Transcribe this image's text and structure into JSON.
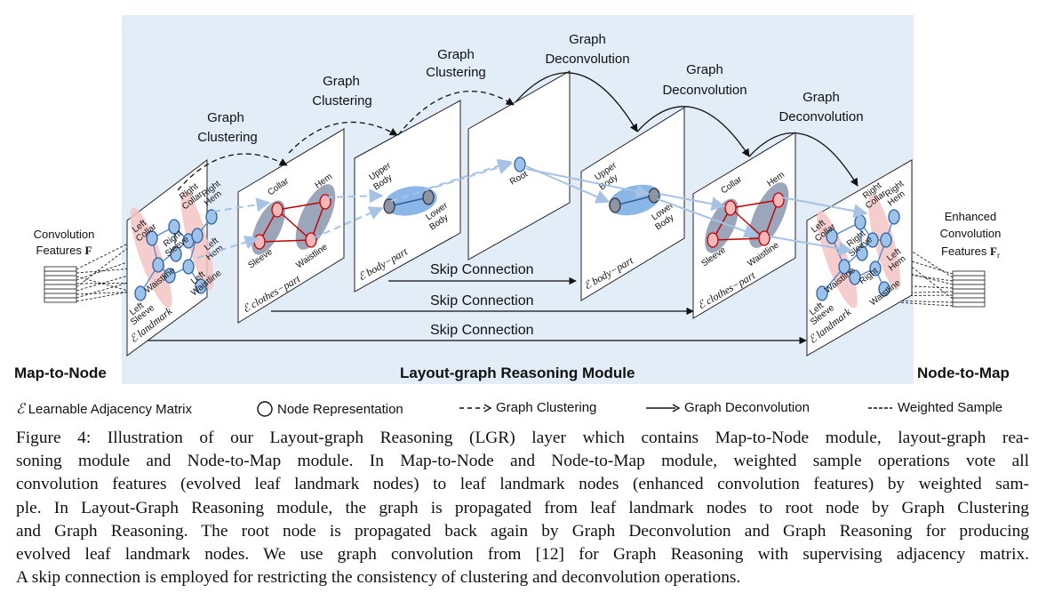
{
  "sections": {
    "left": "Map-to-Node",
    "middle": "Layout-graph Reasoning Module",
    "right": "Node-to-Map"
  },
  "inputs": {
    "conv_line1": "Convolution",
    "conv_line2": "Features",
    "conv_symbol": "F",
    "enh_line1": "Enhanced",
    "enh_line2": "Convolution",
    "enh_line3": "Features",
    "enh_symbol": "F",
    "enh_subscript": "r"
  },
  "operations": {
    "clustering_top": "Graph",
    "clustering_bottom": "Clustering",
    "deconv_top": "Graph",
    "deconv_bottom": "Deconvolution",
    "skip": "Skip Connection"
  },
  "node_labels": {
    "left_collar": [
      "Left",
      "Collar"
    ],
    "right_collar": [
      "Right",
      "Collar"
    ],
    "right_hem": [
      "Right",
      "Hem"
    ],
    "right_sleeve": [
      "Right",
      "Sleeve"
    ],
    "left_hem": [
      "Left",
      "Hem"
    ],
    "waistline": "Waistline",
    "left_waistline": [
      "Left",
      "Waistline"
    ],
    "right_waistline": [
      "Right",
      "Waistline"
    ],
    "left_sleeve": [
      "Left",
      "Sleeve"
    ],
    "collar": "Collar",
    "hem": "Hem",
    "sleeve": "Sleeve",
    "upper_body": [
      "Upper",
      "Body"
    ],
    "lower_body": [
      "Lower",
      "Body"
    ],
    "root": "Root"
  },
  "matrices": {
    "symbol": "ℰ",
    "landmark": "landmark",
    "clothes_part": "clothes−part",
    "body_part": "body−part"
  },
  "legend": {
    "adjacency": "Learnable Adjacency Matrix",
    "adjacency_symbol": "ℰ",
    "node": "Node Representation",
    "clustering": "Graph Clustering",
    "deconvolution": "Graph Deconvolution",
    "weighted": "Weighted Sample"
  },
  "caption": {
    "lines": [
      "Figure 4:  Illustration of our Layout-graph Reasoning (LGR) layer which contains Map-to-Node module, layout-graph rea-",
      "soning module and Node-to-Map module.  In Map-to-Node and Node-to-Map module, weighted sample operations vote all",
      "convolution features (evolved leaf landmark nodes) to leaf landmark nodes (enhanced convolution features) by weighted sam-",
      "ple.  In Layout-Graph Reasoning module, the graph is propagated from leaf landmark nodes to root node by Graph Clustering",
      "and Graph Reasoning.  The root node is propagated back again by Graph Deconvolution and Graph Reasoning for producing",
      "evolved leaf landmark nodes.  We use graph convolution from [12] for Graph Reasoning with supervising adjacency matrix.",
      "A skip connection is employed for restricting the consistency of clustering and deconvolution operations."
    ]
  },
  "colors": {
    "panel_bg": "#e2edf7",
    "node_fill": "#9dc3ea",
    "node_stroke": "#2e5f9c",
    "clothes_node_fill": "#f4b8b8",
    "clothes_node_stroke": "#c00000",
    "ellipse_fill": "#8a96ae",
    "ellipse_pink": "#f5c4c4",
    "body_ellipse": "#7eaee6",
    "body_node": "#8c95a3",
    "edge_blue": "#5a87c8",
    "edge_red": "#c00000",
    "arrow_light": "#a6c3e6",
    "dark": "#111111"
  }
}
